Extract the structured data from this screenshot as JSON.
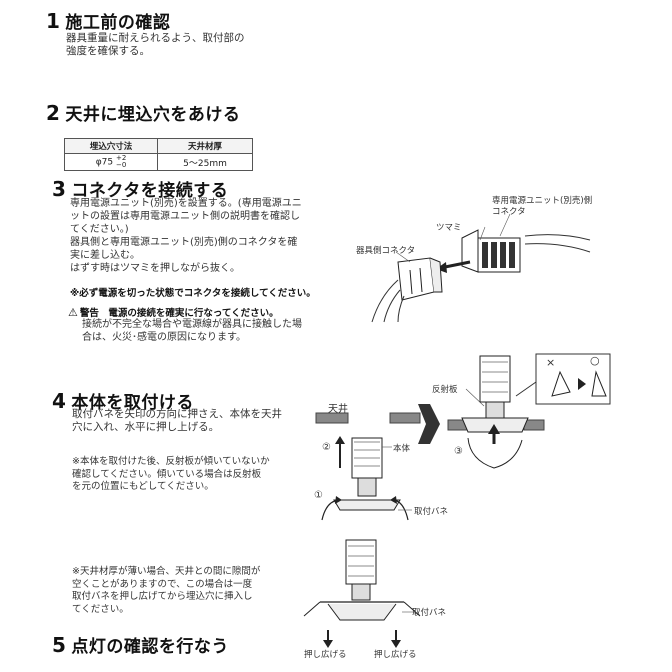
{
  "sections": {
    "s1": {
      "num": "1",
      "title": "施工前の確認",
      "body": "器具重量に耐えられるよう、取付部の\n強度を確保する。"
    },
    "s2": {
      "num": "2",
      "title": "天井に埋込穴をあける"
    },
    "s3": {
      "num": "3",
      "title": "コネクタを接続する",
      "body": "専用電源ユニット(別売)を設置する。(専用電源ユニ\nットの設置は専用電源ユニット側の説明書を確認し\nてください。)\n器具側と専用電源ユニット(別売)側のコネクタを確\n実に差し込む。\nはずす時はツマミを押しながら抜く。",
      "power_note": "※必ず電源を切った状態でコネクタを接続してください。",
      "warning_head": "警告　電源の接続を確実に行なってください。",
      "warning_body": "接続が不完全な場合や電源線が器具に接触した場\n合は、火災･感電の原因になります。"
    },
    "s4": {
      "num": "4",
      "title": "本体を取付ける",
      "body": "取付バネを矢印の方向に押さえ、本体を天井\n穴に入れ、水平に押し上げる。",
      "note1": "※本体を取付けた後、反射板が傾いていないか\n確認してください。傾いている場合は反射板\nを元の位置にもどしてください。",
      "note2": "※天井材厚が薄い場合、天井との間に隙間が\n空くことがありますので、この場合は一度\n取付バネを押し広げてから埋込穴に挿入し\nてください。"
    },
    "s5": {
      "num": "5",
      "title": "点灯の確認を行なう"
    }
  },
  "spec_table": {
    "headers": [
      "埋込穴寸法",
      "天井材厚"
    ],
    "hole_value": "φ75",
    "tol_plus": "+2",
    "tol_minus": "−0",
    "thickness": "5〜25mm"
  },
  "labels": {
    "psu_connector": "専用電源ユニット(別売)側\nコネクタ",
    "tsumami": "ツマミ",
    "fixture_connector": "器具側コネクタ",
    "ceiling": "天井",
    "step2": "②",
    "body": "本体",
    "step1": "①",
    "spring1": "取付バネ",
    "reflector": "反射板",
    "step3": "③",
    "cross": "×",
    "circle": "○",
    "spring2": "取付バネ",
    "push_open1": "押し広げる",
    "push_open2": "押し広げる"
  }
}
